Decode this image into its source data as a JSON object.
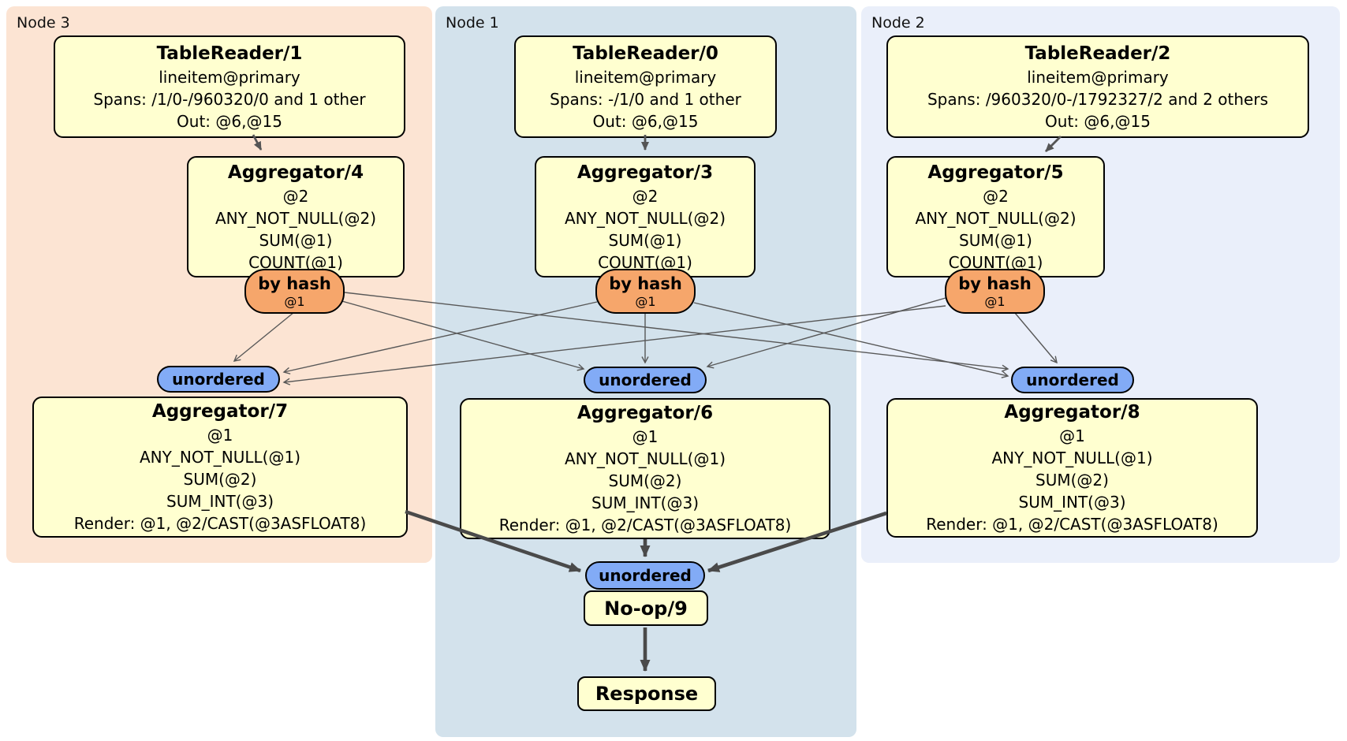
{
  "diagram": {
    "regions": [
      {
        "label": "Node 3"
      },
      {
        "label": "Node 1"
      },
      {
        "label": "Node 2"
      }
    ],
    "nodes": {
      "tablereader1": {
        "title": "TableReader/1",
        "lines": [
          "lineitem@primary",
          "Spans: /1/0-/960320/0 and 1 other",
          "Out: @6,@15"
        ]
      },
      "tablereader0": {
        "title": "TableReader/0",
        "lines": [
          "lineitem@primary",
          "Spans: -/1/0 and 1 other",
          "Out: @6,@15"
        ]
      },
      "tablereader2": {
        "title": "TableReader/2",
        "lines": [
          "lineitem@primary",
          "Spans: /960320/0-/1792327/2 and 2 others",
          "Out: @6,@15"
        ]
      },
      "aggregator4": {
        "title": "Aggregator/4",
        "lines": [
          "@2",
          "ANY_NOT_NULL(@2)",
          "SUM(@1)",
          "COUNT(@1)"
        ]
      },
      "aggregator3": {
        "title": "Aggregator/3",
        "lines": [
          "@2",
          "ANY_NOT_NULL(@2)",
          "SUM(@1)",
          "COUNT(@1)"
        ]
      },
      "aggregator5": {
        "title": "Aggregator/5",
        "lines": [
          "@2",
          "ANY_NOT_NULL(@2)",
          "SUM(@1)",
          "COUNT(@1)"
        ]
      },
      "aggregator7": {
        "title": "Aggregator/7",
        "lines": [
          "@1",
          "ANY_NOT_NULL(@1)",
          "SUM(@2)",
          "SUM_INT(@3)",
          "Render: @1, @2/CAST(@3ASFLOAT8)"
        ]
      },
      "aggregator6": {
        "title": "Aggregator/6",
        "lines": [
          "@1",
          "ANY_NOT_NULL(@1)",
          "SUM(@2)",
          "SUM_INT(@3)",
          "Render: @1, @2/CAST(@3ASFLOAT8)"
        ]
      },
      "aggregator8": {
        "title": "Aggregator/8",
        "lines": [
          "@1",
          "ANY_NOT_NULL(@1)",
          "SUM(@2)",
          "SUM_INT(@3)",
          "Render: @1, @2/CAST(@3ASFLOAT8)"
        ]
      },
      "noop9": {
        "title": "No-op/9"
      },
      "response": {
        "title": "Response"
      }
    },
    "routers": {
      "by_hash": {
        "label": "by hash",
        "detail": "@1"
      },
      "unordered": {
        "label": "unordered"
      }
    },
    "colors": {
      "region_node3": "#fce4d3",
      "region_node1": "#d3e2ec",
      "region_node2": "#eaeffa",
      "processor_fill": "#ffffd0",
      "hash_router_fill": "#f6a66b",
      "stream_router_fill": "#82abf6",
      "edge_thin": "#585858",
      "edge_mid": "#555555",
      "edge_thick": "#4a4a4a"
    }
  }
}
